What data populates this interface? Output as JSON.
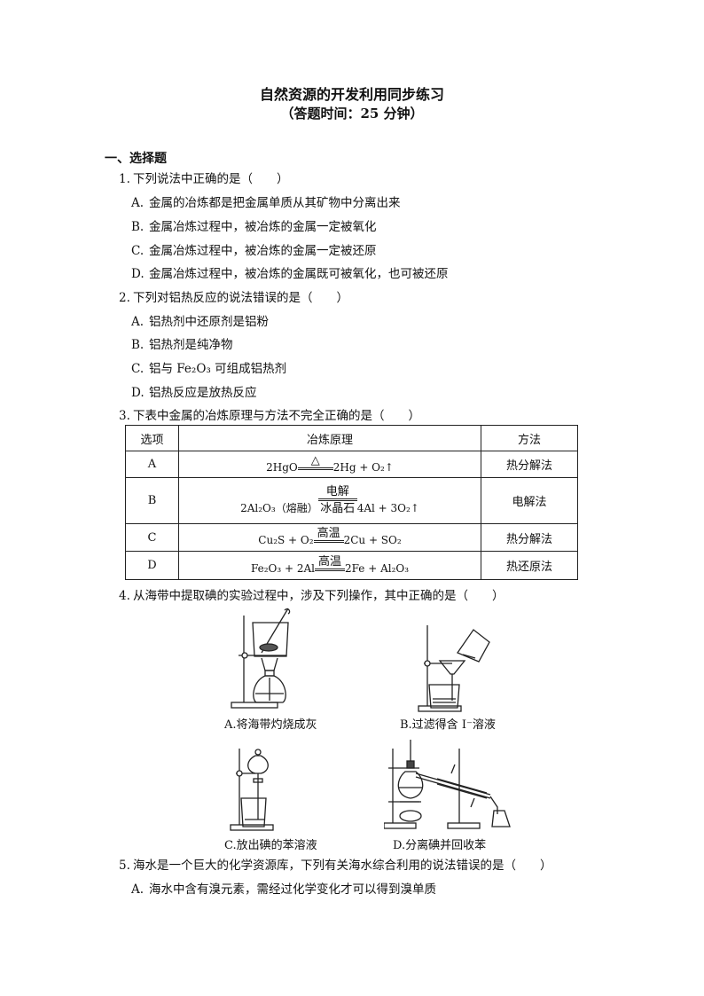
{
  "header": {
    "title": "自然资源的开发利用同步练习",
    "subtitle": "（答题时间：25 分钟）"
  },
  "section": {
    "label": "一、选择题"
  },
  "questions": [
    {
      "num": "1.",
      "stem": "下列说法中正确的是（　　）",
      "options": [
        {
          "label": "A.",
          "text": "金属的冶炼都是把金属单质从其矿物中分离出来"
        },
        {
          "label": "B.",
          "text": "金属冶炼过程中，被冶炼的金属一定被氧化"
        },
        {
          "label": "C.",
          "text": "金属冶炼过程中，被冶炼的金属一定被还原"
        },
        {
          "label": "D.",
          "text": "金属冶炼过程中，被冶炼的金属既可被氧化，也可被还原"
        }
      ]
    },
    {
      "num": "2.",
      "stem": "下列对铝热反应的说法错误的是（　　）",
      "options": [
        {
          "label": "A.",
          "text": "铝热剂中还原剂是铝粉"
        },
        {
          "label": "B.",
          "text": "铝热剂是纯净物"
        },
        {
          "label": "C.",
          "text_pre": "铝与 ",
          "formula": "Fe₂O₃",
          "text_post": " 可组成铝热剂"
        },
        {
          "label": "D.",
          "text": "铝热反应是放热反应"
        }
      ]
    },
    {
      "num": "3.",
      "stem": "下表中金属的冶炼原理与方法不完全正确的是（　　）",
      "table": {
        "headers": [
          "选项",
          "冶炼原理",
          "方法"
        ],
        "rows": [
          {
            "option": "A",
            "lhs": "2HgO",
            "cond_top": "△",
            "cond_bottom": "",
            "rhs": "2Hg + O₂↑",
            "method": "热分解法"
          },
          {
            "option": "B",
            "lhs": "2Al₂O₃（熔融）",
            "cond_top": "电解",
            "cond_bottom": "冰晶石",
            "rhs": "4Al + 3O₂↑",
            "method": "电解法"
          },
          {
            "option": "C",
            "lhs": "Cu₂S + O₂",
            "cond_top": "高温",
            "cond_bottom": "",
            "rhs": "2Cu + SO₂",
            "method": "热分解法"
          },
          {
            "option": "D",
            "lhs": "Fe₂O₃ + 2Al",
            "cond_top": "高温",
            "cond_bottom": "",
            "rhs": "2Fe + Al₂O₃",
            "method": "热还原法"
          }
        ]
      }
    },
    {
      "num": "4.",
      "stem": "从海带中提取碘的实验过程中，涉及下列操作，其中正确的是（　　）",
      "figures": [
        {
          "caption": "A.将海带灼烧成灰"
        },
        {
          "caption": "B.过滤得含 I⁻溶液"
        },
        {
          "caption": "C.放出碘的苯溶液"
        },
        {
          "caption": "D.分离碘并回收苯"
        }
      ]
    },
    {
      "num": "5.",
      "stem": "海水是一个巨大的化学资源库，下列有关海水综合利用的说法错误的是（　　）",
      "options": [
        {
          "label": "A.",
          "text": "海水中含有溴元素，需经过化学变化才可以得到溴单质"
        }
      ]
    }
  ]
}
